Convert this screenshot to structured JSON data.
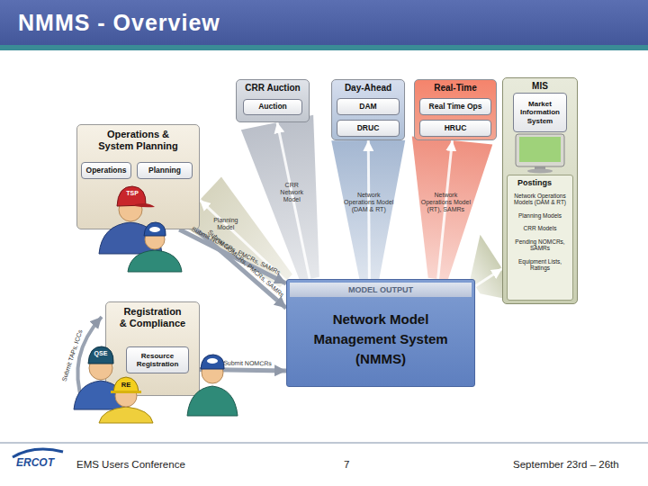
{
  "diagram": {
    "title": "NMMS - Overview",
    "nodes": [
      {
        "text": [
          "CRR Auction"
        ]
      },
      {
        "text": [
          "Auction"
        ],
        "in": 0
      },
      {
        "text": [
          "Day-Ahead"
        ]
      },
      {
        "text": [
          "DAM"
        ],
        "in": 2
      },
      {
        "text": [
          "DRUC"
        ],
        "in": 2
      },
      {
        "text": [
          "Real-Time"
        ]
      },
      {
        "text": [
          "Real Time Ops"
        ],
        "in": 5
      },
      {
        "text": [
          "HRUC"
        ],
        "in": 5
      },
      {
        "text": [
          "MIS"
        ]
      },
      {
        "text": [
          "Market Information System"
        ],
        "in": 8
      },
      {
        "text": [
          "Postings",
          "Network Operations Models (DAM & RT)",
          "Planning Models",
          "CRR Models",
          "Pending NOMCRs, SAMRs",
          "Equipment Lists, Ratings"
        ],
        "in": 8
      },
      {
        "text": [
          "Operations & System Planning"
        ]
      },
      {
        "text": [
          "Operations"
        ],
        "in": 11
      },
      {
        "text": [
          "Planning"
        ],
        "in": 11
      },
      {
        "text": [
          "MODEL OUTPUT",
          "Network Model Management System (NMMS)"
        ]
      },
      {
        "text": [
          "Registration & Compliance"
        ]
      },
      {
        "text": [
          "Resource Registration"
        ],
        "in": 15
      }
    ],
    "edges": [
      {
        "from": 14,
        "to": 11,
        "arrow": "to",
        "label": "Planning Model"
      },
      {
        "from": 14,
        "to": 0,
        "arrow": "to",
        "label": "CRR Network Model"
      },
      {
        "from": 14,
        "to": 2,
        "arrow": "to",
        "label": "Network Operations Model (DAM & RT)"
      },
      {
        "from": 14,
        "to": 5,
        "arrow": "to",
        "label": "Network Operations Model (RT), SAMRs"
      },
      {
        "from": 14,
        "to": 8,
        "arrow": "to"
      },
      {
        "from": 11,
        "to": 14,
        "arrow": "to",
        "label": "Submit NOMCRs, PMCRs, SAMRs"
      },
      {
        "from": 11,
        "to": 14,
        "arrow": "to",
        "label": "Submit NOMCRs, PMCRs, SAMRs"
      },
      {
        "from": 15,
        "to": 14,
        "arrow": "to",
        "label": "Submit NOMCRs"
      }
    ],
    "labels": [
      "TSP",
      "QSE",
      "RE",
      "Submit TAPs, ICCs",
      "ERCOT",
      "EMS Users Conference",
      "7",
      "September 23rd – 26th"
    ]
  }
}
